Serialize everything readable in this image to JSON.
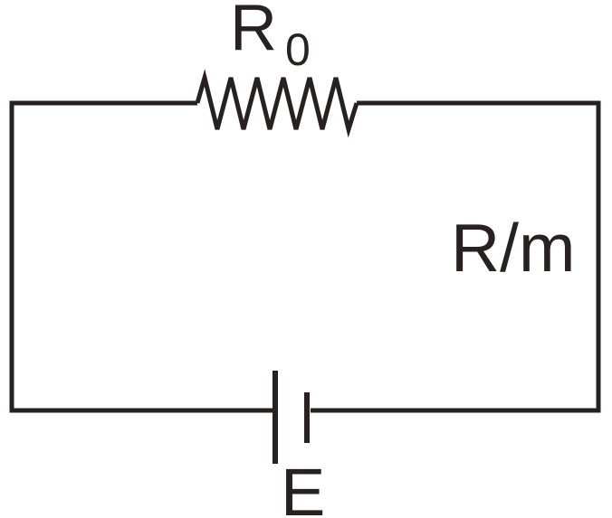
{
  "diagram": {
    "type": "circuit",
    "line_color": "#272220",
    "background_color": "#ffffff",
    "labels": {
      "r0_base": "R",
      "r0_sub": "0",
      "r_per_m": "R/m",
      "emf": "E"
    }
  }
}
